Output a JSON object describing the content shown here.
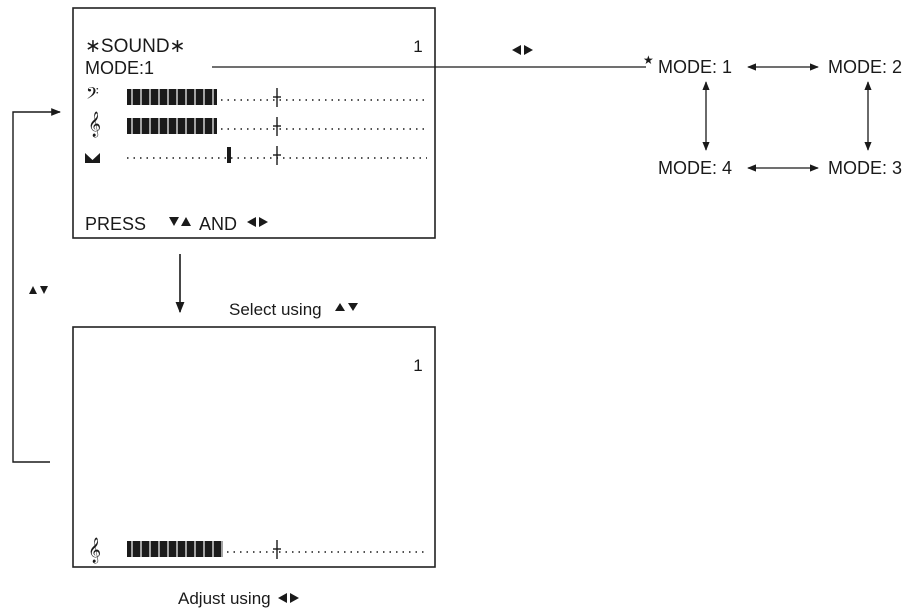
{
  "screen1": {
    "title": "∗SOUND∗",
    "page_number": "1",
    "mode_label": "MODE:1",
    "rows": [
      {
        "icon": "bass-clef-icon",
        "level": 0.3,
        "center": 0.5
      },
      {
        "icon": "treble-clef-icon",
        "level": 0.3,
        "center": 0.5
      },
      {
        "icon": "balance-icon",
        "marker": 0.34,
        "center": 0.5
      }
    ],
    "press_text": "PRESS",
    "and_text": "AND"
  },
  "screen2": {
    "page_number": "1",
    "row": {
      "icon": "treble-clef-icon",
      "level": 0.32,
      "center": 0.5
    }
  },
  "labels": {
    "select_using": "Select using",
    "adjust_using": "Adjust using"
  },
  "modes": {
    "mode1": "MODE: 1",
    "mode2": "MODE: 2",
    "mode3": "MODE: 3",
    "mode4": "MODE: 4",
    "star": "★"
  }
}
